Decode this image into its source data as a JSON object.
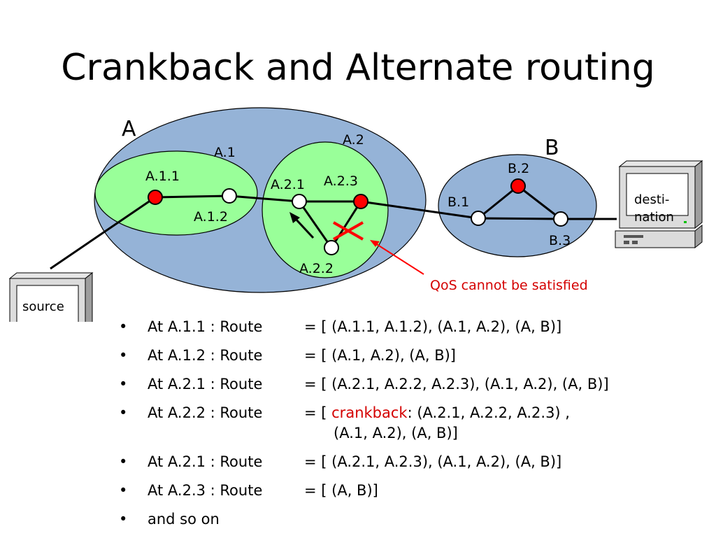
{
  "title": "Crankback and Alternate routing",
  "diagram": {
    "domains": {
      "A": "A",
      "B": "B"
    },
    "areas": {
      "a1": "A.1",
      "a2": "A.2"
    },
    "nodes": {
      "a11": "A.1.1",
      "a12": "A.1.2",
      "a21": "A.2.1",
      "a22": "A.2.2",
      "a23": "A.2.3",
      "b1": "B.1",
      "b2": "B.2",
      "b3": "B.3"
    },
    "computers": {
      "source": "source",
      "dest_line1": "desti-",
      "dest_line2": "nation"
    },
    "annotation": "QoS cannot be satisfied",
    "colors": {
      "domain_fill": "#95b3d7",
      "area_fill": "#99ff99",
      "blocked_node": "#ff0000",
      "open_node": "#ffffff",
      "failure_mark": "#ff0000"
    }
  },
  "bullets": [
    {
      "marker": "•",
      "label": "At A.1.1 : Route",
      "route": "= [ (A.1.1, A.1.2), (A.1, A.2), (A, B)]"
    },
    {
      "marker": "•",
      "label": "At A.1.2 : Route",
      "route": "= [ (A.1, A.2), (A, B)]"
    },
    {
      "marker": "•",
      "label": "At A.2.1 : Route",
      "route": "= [ (A.2.1, A.2.2, A.2.3), (A.1, A.2), (A, B)]"
    },
    {
      "marker": "•",
      "label": "At A.2.2 : Route",
      "route_prefix": "= [ ",
      "route_highlight": "crankback",
      "route_rest": ": (A.2.1, A.2.2, A.2.3) ,",
      "route_cont": "(A.1, A.2), (A, B)]"
    },
    {
      "marker": "•",
      "label": "At A.2.1 : Route",
      "route": "= [ (A.2.1, A.2.3), (A.1, A.2), (A, B)]"
    },
    {
      "marker": "•",
      "label": "At A.2.3 : Route",
      "route": "= [ (A, B)]"
    },
    {
      "marker": "•",
      "label": "and so on"
    }
  ]
}
